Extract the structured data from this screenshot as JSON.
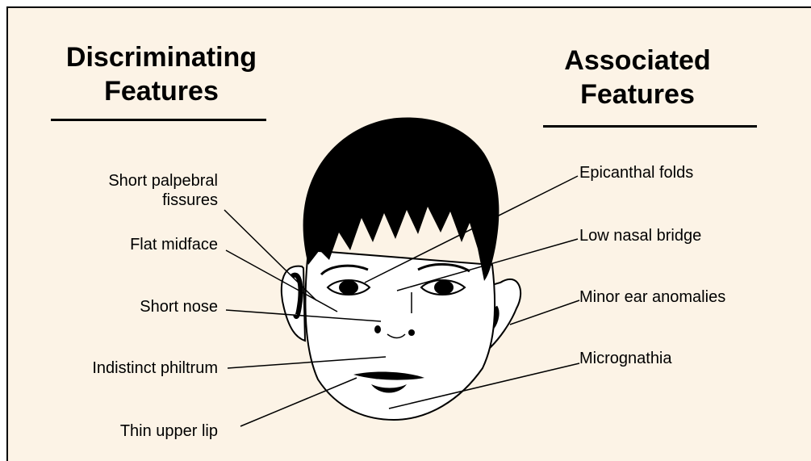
{
  "headings": {
    "left_line1": "Discriminating",
    "left_line2": "Features",
    "right_line1": "Associated",
    "right_line2": "Features"
  },
  "discriminating_features": [
    {
      "line1": "Short palpebral",
      "line2": "fissures"
    },
    {
      "line1": "Flat midface"
    },
    {
      "line1": "Short nose"
    },
    {
      "line1": "Indistinct philtrum"
    },
    {
      "line1": "Thin upper lip"
    }
  ],
  "associated_features": [
    {
      "line1": "Epicanthal folds"
    },
    {
      "line1": "Low nasal bridge"
    },
    {
      "line1": "Minor ear anomalies"
    },
    {
      "line1": "Micrognathia"
    }
  ],
  "colors": {
    "background": "#fcf3e6",
    "line": "#000000",
    "face_fill": "#ffffff"
  }
}
